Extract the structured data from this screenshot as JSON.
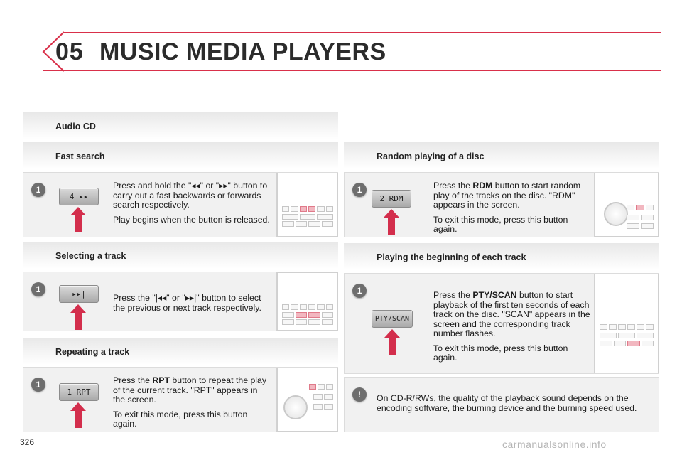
{
  "header": {
    "chapter_number": "05",
    "title": "MUSIC MEDIA PLAYERS"
  },
  "colors": {
    "accent": "#d9304a",
    "panel": "#f1f1f1",
    "badge": "#6e6e6e"
  },
  "sections": {
    "audio_cd": {
      "title": "Audio CD"
    },
    "fast_search": {
      "title": "Fast search",
      "step": "1",
      "button_label": "4 ▸▸",
      "p1": "Press and hold the \"◂◂\" or \"▸▸\" button to carry out a fast backwards or forwards search respectively.",
      "p2": "Play begins when the button is released."
    },
    "selecting_track": {
      "title": "Selecting a track",
      "step": "1",
      "button_label": "▸▸|",
      "p1": "Press the \"|◂◂\" or \"▸▸|\" button to select the previous or next track respectively."
    },
    "repeating_track": {
      "title": "Repeating a track",
      "step": "1",
      "button_label": "1 RPT",
      "p1_pre": "Press the ",
      "p1_bold": "RPT",
      "p1_post": " button to repeat the play of the current track. \"RPT\" appears in the screen.",
      "p2": "To exit this mode, press this button again."
    },
    "random_playing": {
      "title": "Random playing of a disc",
      "step": "1",
      "button_label": "2 RDM",
      "p1_pre": "Press the ",
      "p1_bold": "RDM",
      "p1_post": " button to start random play of the tracks on the disc. \"RDM\" appears in the screen.",
      "p2": "To exit this mode, press this button again."
    },
    "playing_beginning": {
      "title": "Playing the beginning of each track",
      "step": "1",
      "button_label": "PTY/SCAN",
      "p1_pre": "Press the ",
      "p1_bold": "PTY/SCAN",
      "p1_post": " button to start playback of the first ten seconds of each track on the disc. \"SCAN\" appears in the screen and the corresponding track number flashes.",
      "p2": "To exit this mode, press this button again."
    },
    "note": {
      "badge": "!",
      "text": "On CD-R/RWs, the quality of the playback sound depends on the encoding software, the burning device and the burning speed used."
    }
  },
  "footer": {
    "page_number": "326",
    "watermark": "carmanualsonline.info"
  }
}
